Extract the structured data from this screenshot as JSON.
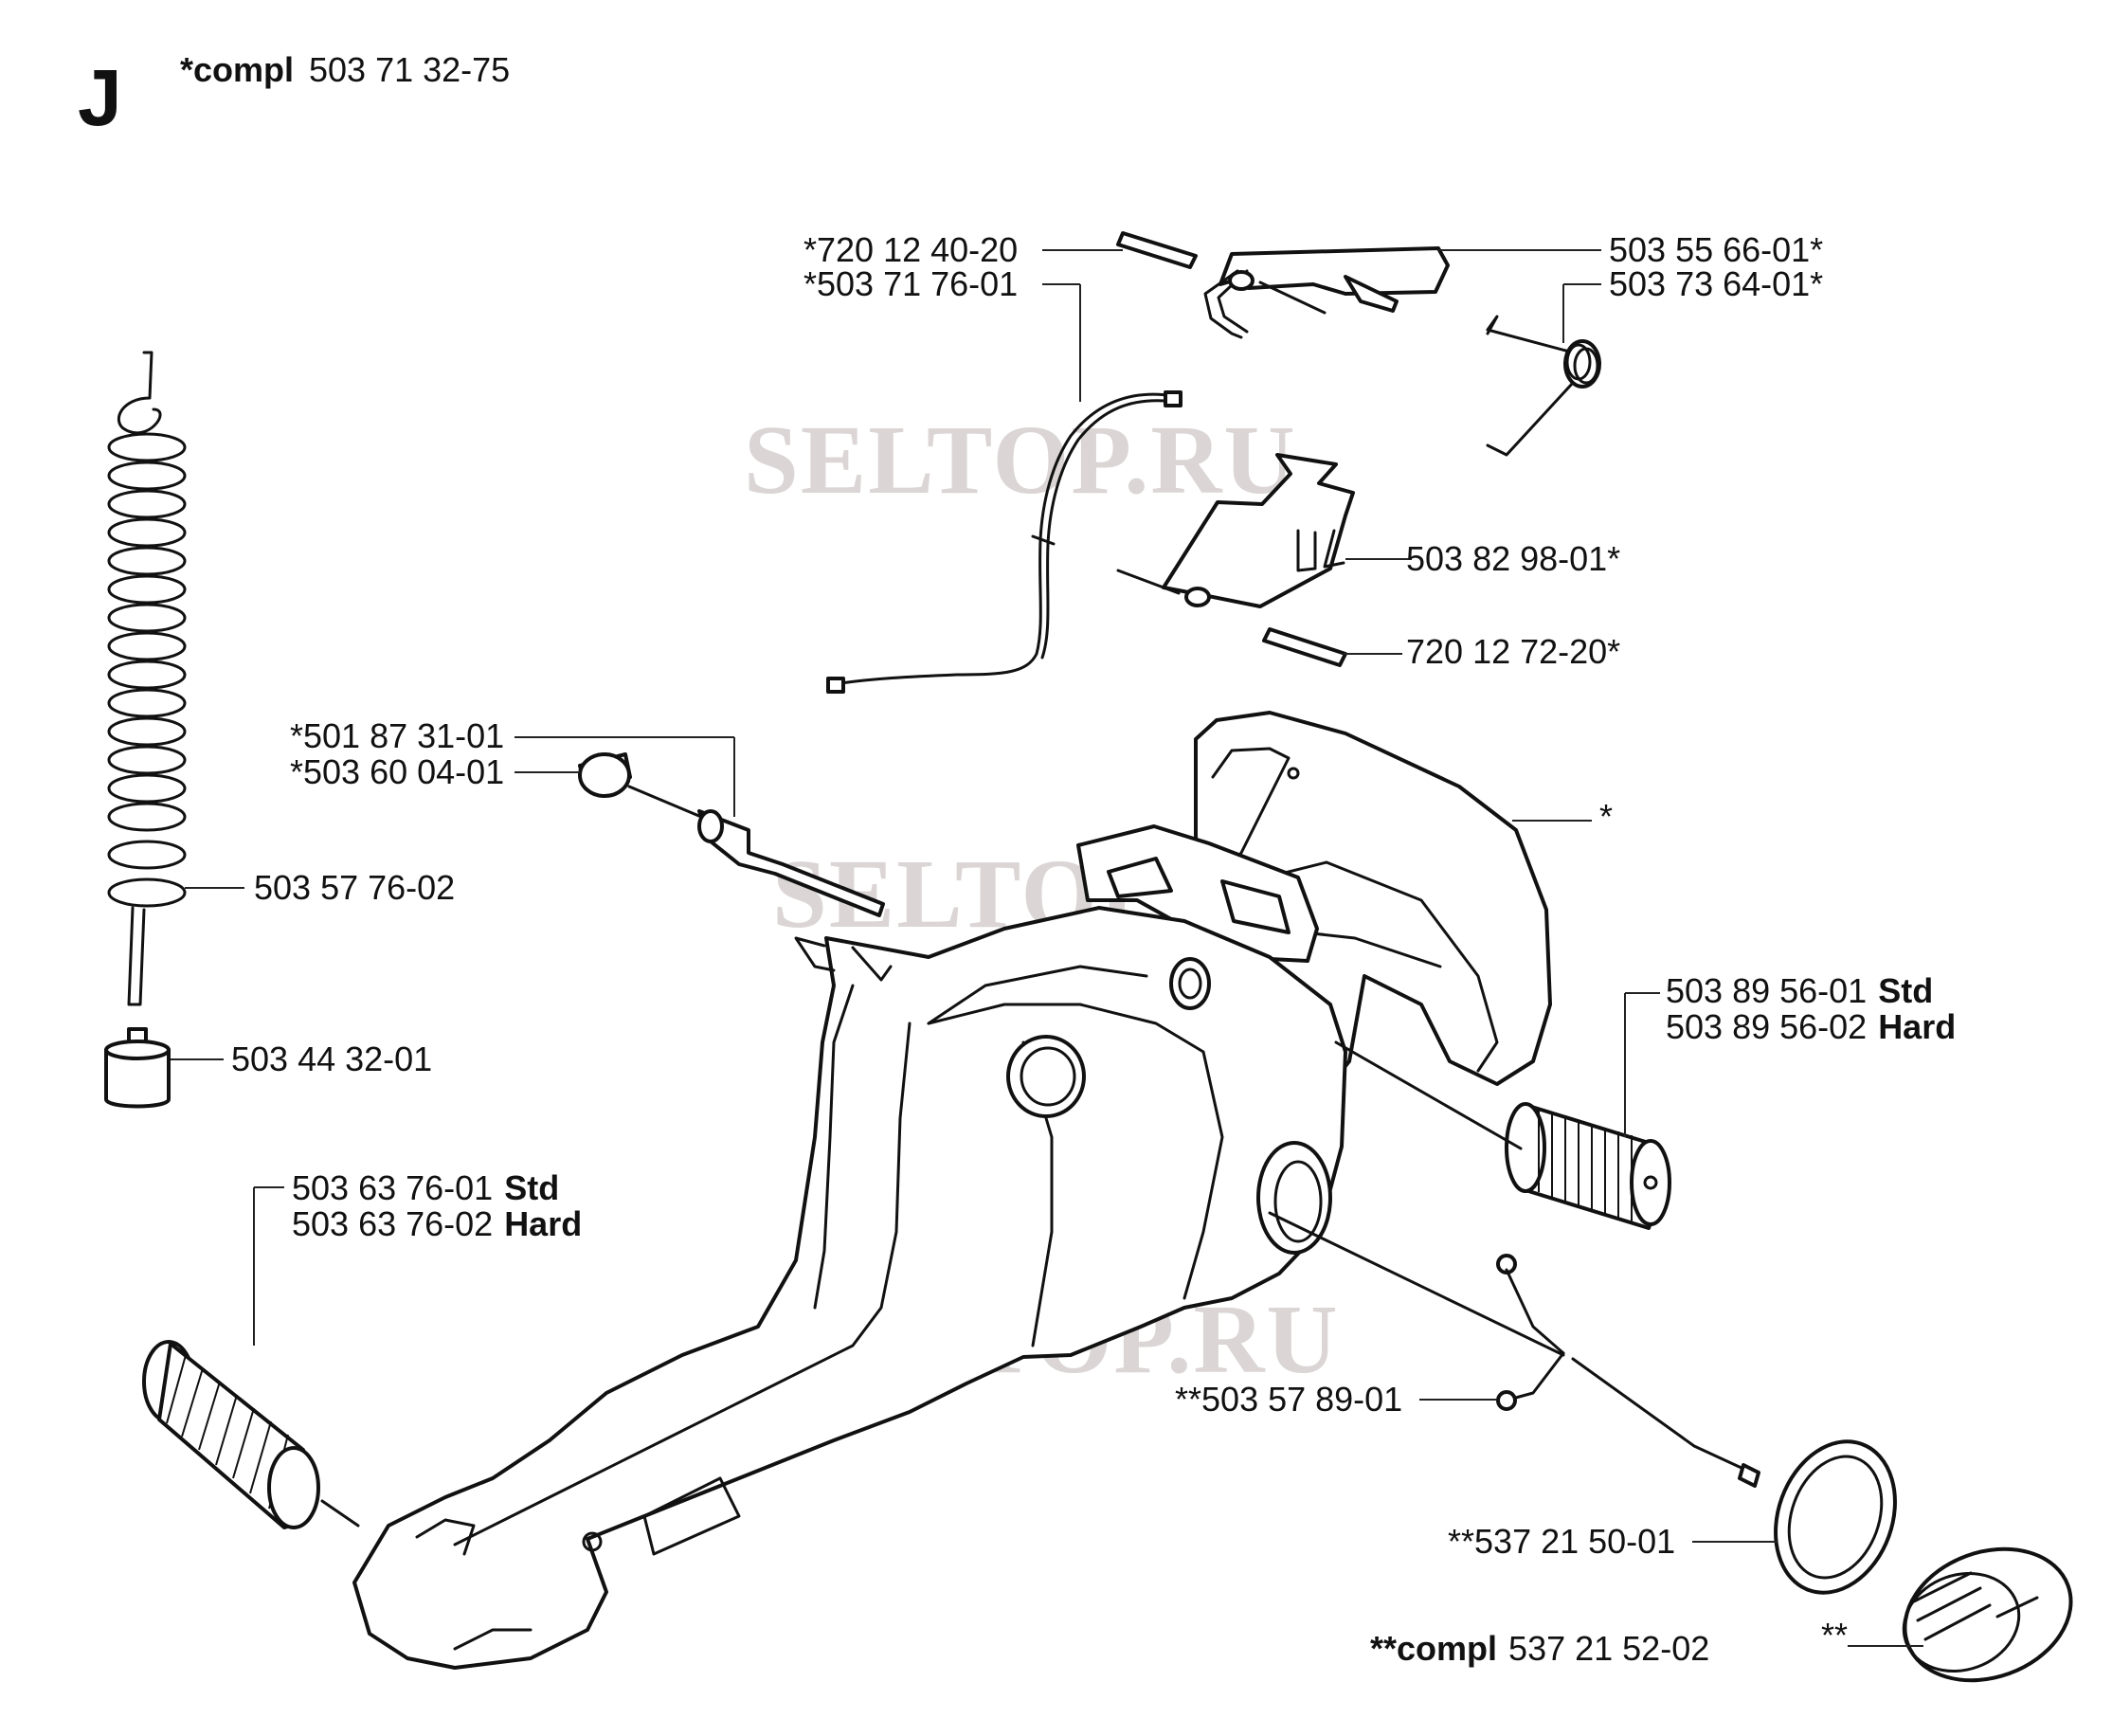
{
  "section_letter": "J",
  "header": {
    "prefix": "*compl",
    "number": "503 71 32-75"
  },
  "watermark": "SELTOP.RU",
  "labels": {
    "l1": "*720 12 40-20",
    "l2": "*503 71 76-01",
    "l3": "503 55 66-01*",
    "l4": "503 73 64-01*",
    "l5": "503 82 98-01*",
    "l6": "720 12 72-20*",
    "l7": "*501 87 31-01",
    "l8": "*503 60 04-01",
    "l9": "503 57 76-02",
    "l10": "503 44 32-01",
    "l11": "*",
    "l12a": "503 89 56-01",
    "l12b": "Std",
    "l13a": "503 89 56-02",
    "l13b": "Hard",
    "l14a": "503 63 76-01",
    "l14b": "Std",
    "l15a": "503 63 76-02",
    "l15b": "Hard",
    "l16": "**503 57 89-01",
    "l17": "**537 21 50-01",
    "l18": "**",
    "footer_prefix": "**compl",
    "footer_number": "537 21 52-02"
  },
  "icons": [
    "throttle-trigger-icon",
    "spring-icon",
    "throttle-cable-icon",
    "trigger-lockout-icon",
    "fuel-hose-icon",
    "fuel-filter-icon",
    "handle-housing-icon",
    "damper-spring-icon",
    "oil-pickup-icon",
    "seal-ring-icon",
    "fuel-cap-icon"
  ]
}
